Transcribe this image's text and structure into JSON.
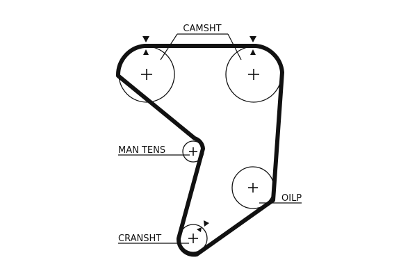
{
  "labels": {
    "camshaft": "CAMSHT",
    "tensioner": "MAN TENS",
    "oil_pump": "OILP",
    "crankshaft": "CRANSHT"
  }
}
